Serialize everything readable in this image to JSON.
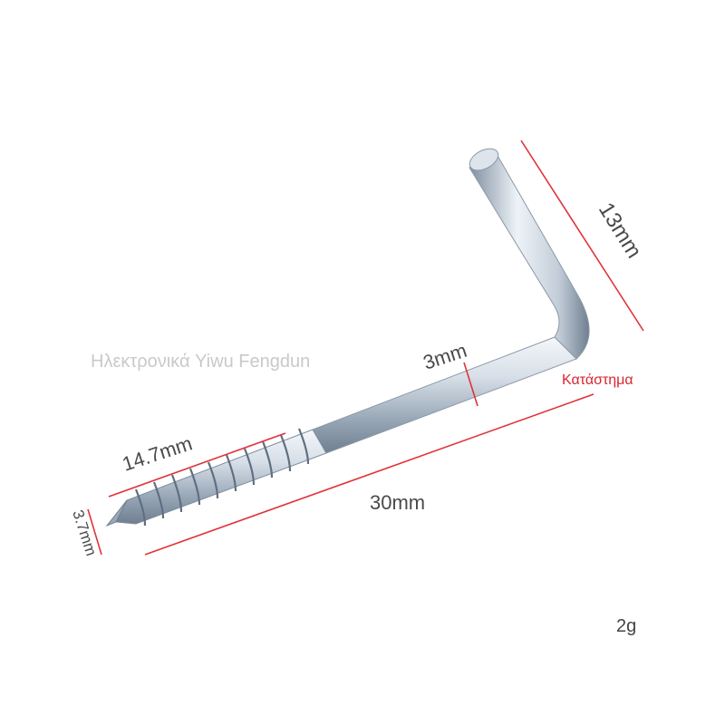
{
  "dimensions": {
    "height": "13mm",
    "diameter": "3mm",
    "thread_length": "14.7mm",
    "total_length": "30mm",
    "thread_diameter": "3.7mm"
  },
  "watermark": "Ηλεκτρονικά Yiwu Fengdun",
  "shop_label": "Κατάστημα",
  "weight": "2g",
  "colors": {
    "dimension_line": "#e0333a",
    "dimension_text": "#4a4a4a",
    "metal_light": "#eef3f8",
    "metal_mid": "#b9c6d3",
    "metal_dark": "#6f7f90",
    "shop_label": "#d9262e"
  }
}
